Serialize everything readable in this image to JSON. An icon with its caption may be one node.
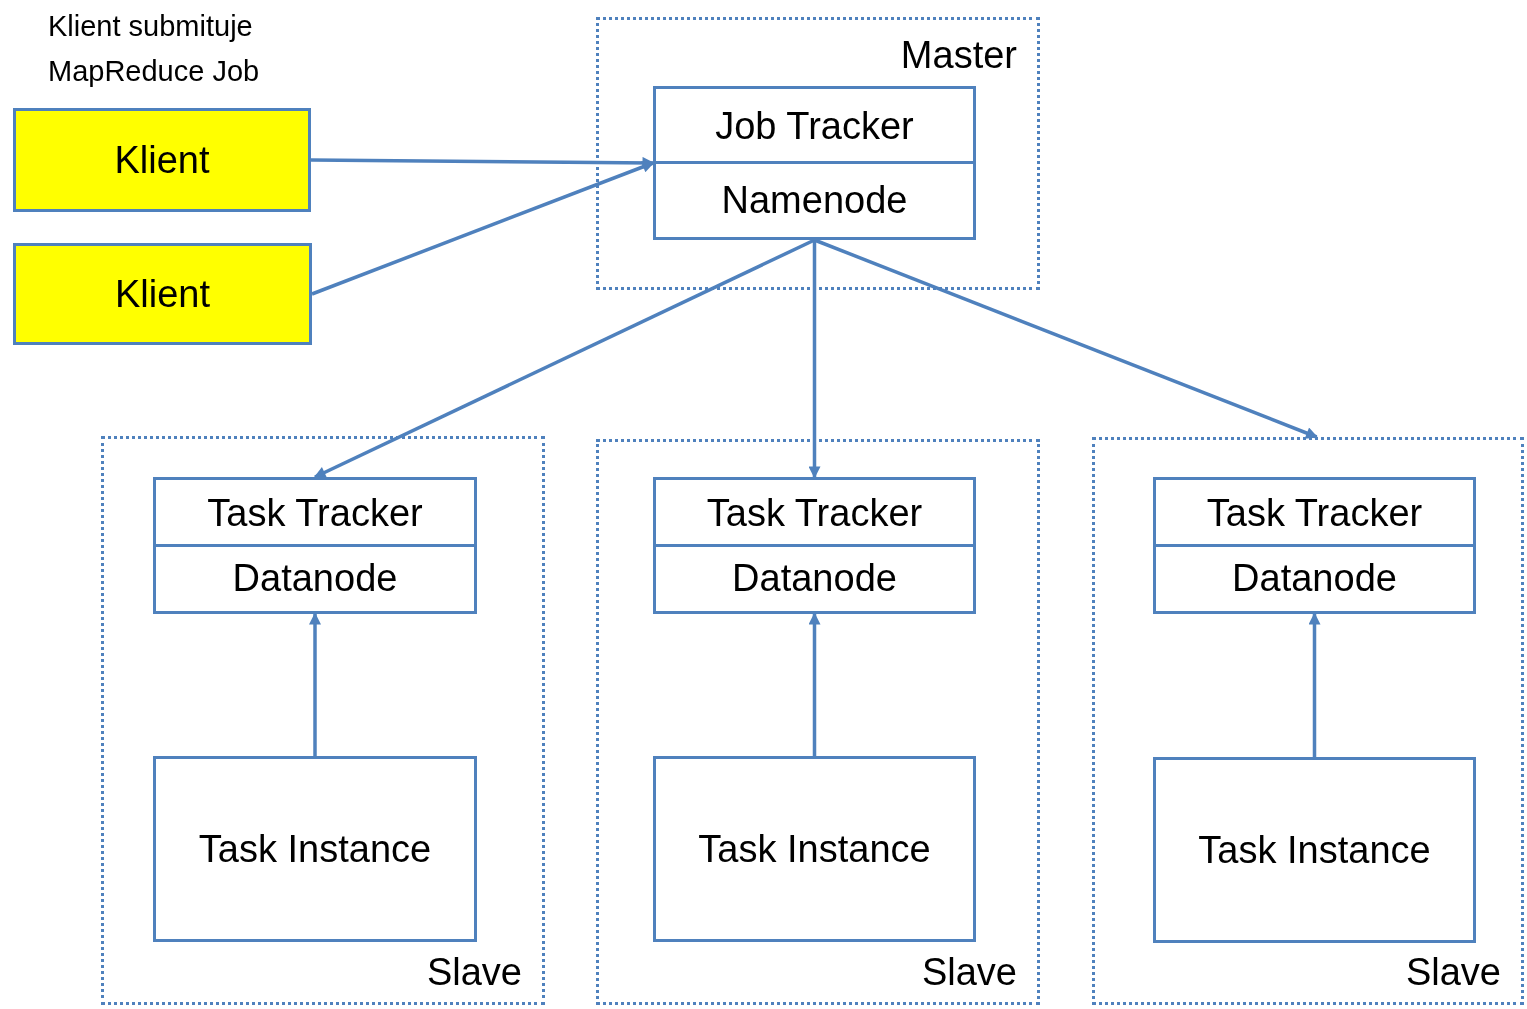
{
  "diagram": {
    "nodes": [
      {
        "text": [
          "Klient"
        ]
      },
      {
        "text": [
          "Klient"
        ]
      },
      {
        "text": [
          "Master"
        ]
      },
      {
        "text": [
          "Job Tracker",
          "Namenode"
        ],
        "in": 2
      },
      {
        "text": [
          "Slave"
        ]
      },
      {
        "text": [
          "Task Tracker",
          "Datanode"
        ],
        "in": 4
      },
      {
        "text": [
          "Task Instance"
        ],
        "in": 4
      },
      {
        "text": [
          "Slave"
        ]
      },
      {
        "text": [
          "Task Tracker",
          "Datanode"
        ],
        "in": 7
      },
      {
        "text": [
          "Task Instance"
        ],
        "in": 7
      },
      {
        "text": [
          "Slave"
        ]
      },
      {
        "text": [
          "Task Tracker",
          "Datanode"
        ],
        "in": 10
      },
      {
        "text": [
          "Task Instance"
        ],
        "in": 10
      }
    ],
    "edges": [
      {
        "from": 0,
        "to": 3,
        "arrow": "to"
      },
      {
        "from": 1,
        "to": 3,
        "arrow": "to"
      },
      {
        "from": 3,
        "to": 5,
        "arrow": "to"
      },
      {
        "from": 3,
        "to": 8,
        "arrow": "to"
      },
      {
        "from": 3,
        "to": 10,
        "arrow": "to"
      },
      {
        "from": 6,
        "to": 5,
        "arrow": "to"
      },
      {
        "from": 9,
        "to": 8,
        "arrow": "to"
      },
      {
        "from": 12,
        "to": 11,
        "arrow": "to"
      }
    ],
    "labels": [
      "Klient submituje MapReduce Job"
    ]
  }
}
